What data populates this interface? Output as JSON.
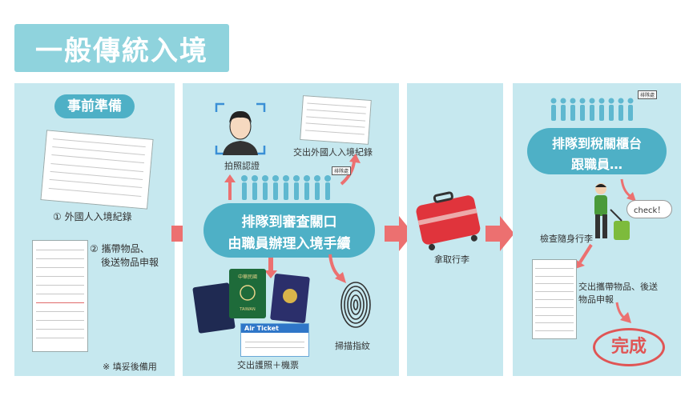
{
  "title": "一般傳統入境",
  "colors": {
    "panel": "#c6e8ef",
    "accent": "#4eb0c6",
    "arrow": "#ec7070",
    "title_bg": "#8fd3dd",
    "stamp": "#e05555"
  },
  "panel1": {
    "heading": "事前準備",
    "item1_label": "① 外國人入境紀錄",
    "item2_label_line1": "② 攜帶物品、",
    "item2_label_line2": "後送物品申報",
    "note": "※ 填妥後備用"
  },
  "panel2": {
    "photo_label": "拍照認證",
    "form_label": "交出外國人入境紀錄",
    "queue_sign": "排隊處",
    "main_line1": "排隊到審查關口",
    "main_line2": "由職員辦理入境手續",
    "passport_label": "交出護照＋機票",
    "fingerprint_label": "掃描指紋",
    "ticket_text": "Air Ticket",
    "passport_text": "中華民國 TAIWAN"
  },
  "panel3": {
    "luggage_label": "拿取行李"
  },
  "panel4": {
    "queue_sign": "排隊處",
    "main_line1": "排隊到稅關櫃台",
    "main_line2": "跟職員…",
    "check_text": "check！",
    "inspect_label": "檢查隨身行李",
    "submit_line1": "交出攜帶物品、後送",
    "submit_line2": "物品申報",
    "done_stamp": "完成"
  }
}
